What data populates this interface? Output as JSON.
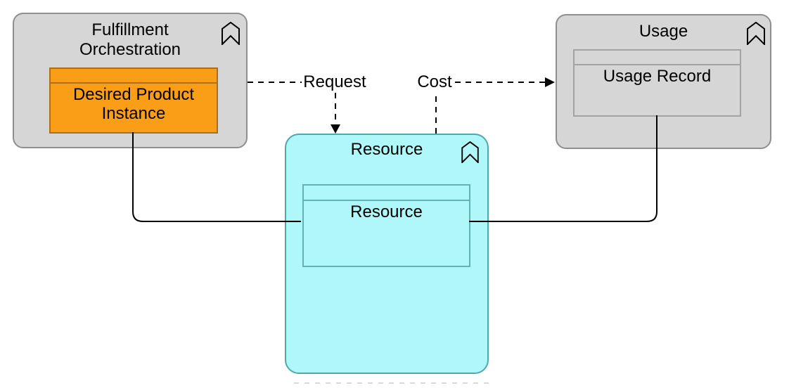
{
  "nodes": {
    "fulfillment": {
      "title": "Fulfillment Orchestration",
      "icon": "bookmark-chevron",
      "child": {
        "label": "Desired Product Instance"
      }
    },
    "resource": {
      "title": "Resource",
      "icon": "bookmark-chevron",
      "child": {
        "label": "Resource"
      }
    },
    "usage": {
      "title": "Usage",
      "icon": "bookmark-chevron",
      "child": {
        "label": "Usage Record"
      }
    }
  },
  "edges": {
    "request": {
      "label": "Request",
      "type": "dashed-arrow"
    },
    "cost": {
      "label": "Cost",
      "type": "dashed-arrow"
    },
    "fulfillment_to_resource": {
      "label": "",
      "type": "solid-line"
    },
    "usage_to_resource": {
      "label": "",
      "type": "solid-line"
    }
  },
  "colors": {
    "gray_fill": "#d6d6d6",
    "gray_border": "#8f8f8f",
    "gray_inner_border": "#a3a3a3",
    "orange_fill": "#fb9e17",
    "orange_border": "#aa701c",
    "cyan_fill": "#aff7f8",
    "cyan_border": "#4fa8ac",
    "cyan_inner_border": "#63b1b4",
    "connector": "#000000",
    "label_text": "#000000"
  }
}
